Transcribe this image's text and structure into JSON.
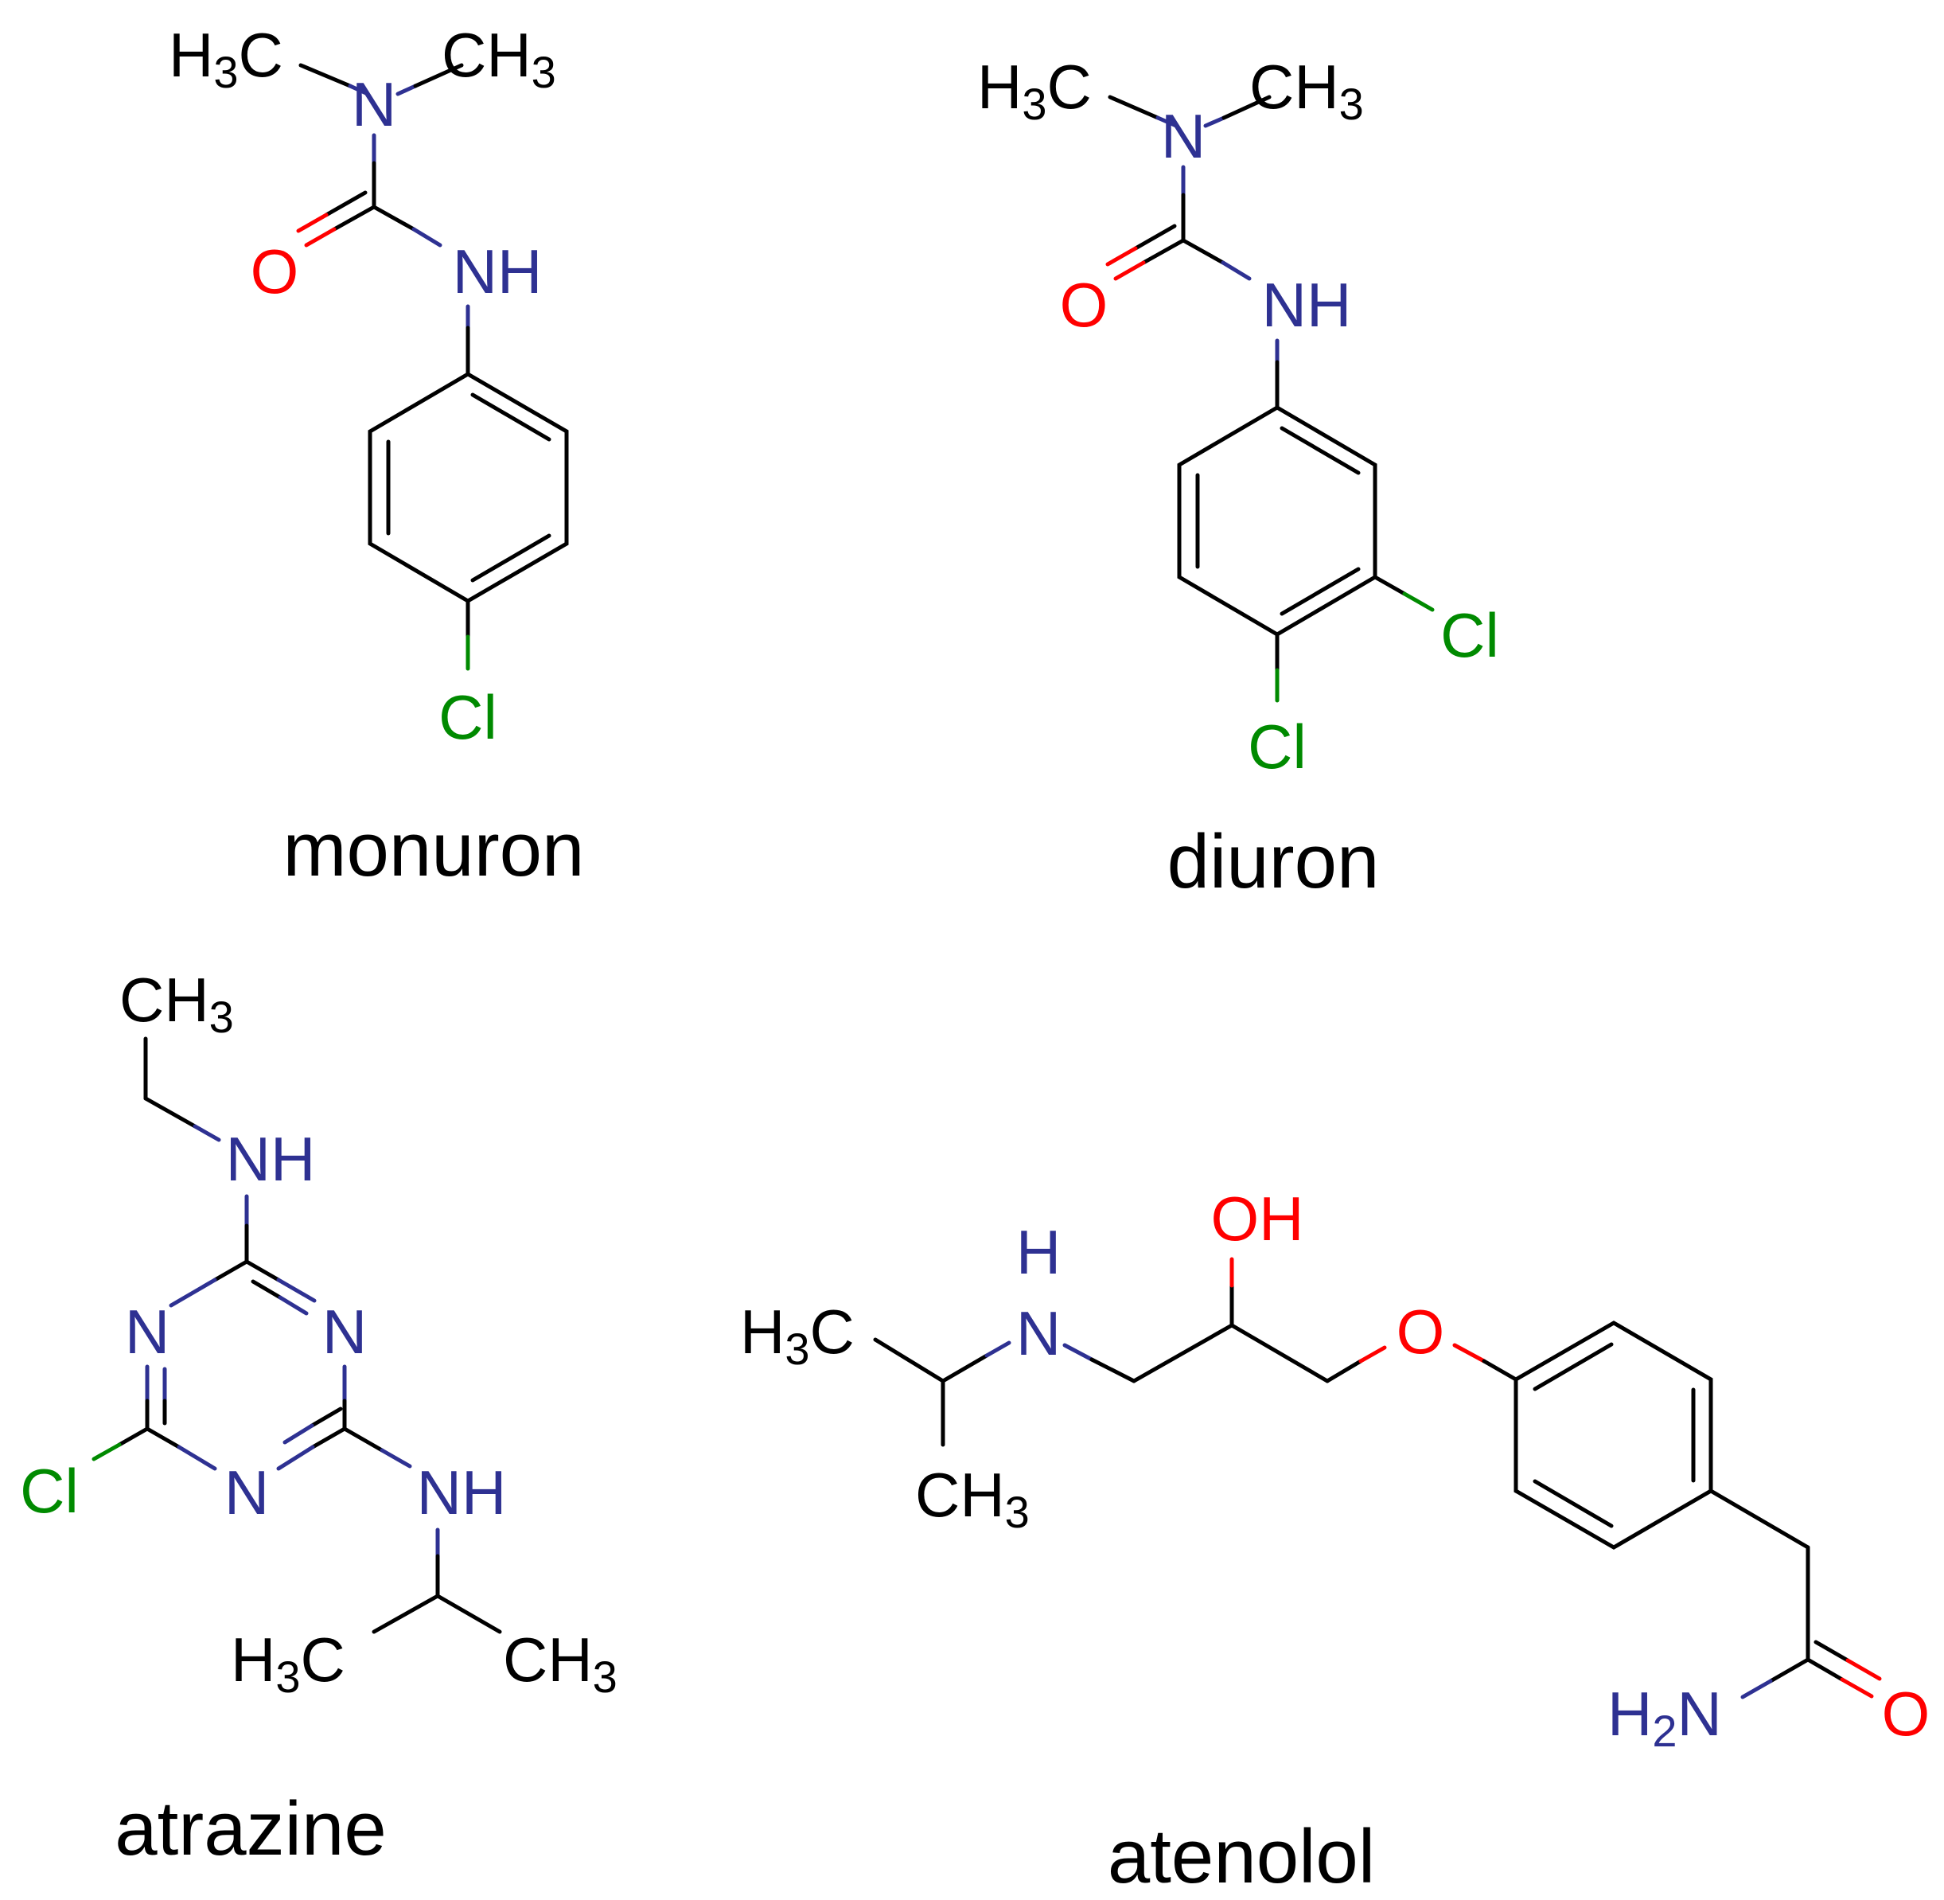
{
  "colors": {
    "carbon": "#000000",
    "nitrogen": "#2E3192",
    "oxygen": "#FF0000",
    "chlorine": "#008A00",
    "background": "#FFFFFF"
  },
  "compounds": [
    {
      "name": "monuron",
      "atoms": [
        "H3C",
        "N",
        "CH3",
        "O",
        "NH",
        "Cl"
      ]
    },
    {
      "name": "diuron",
      "atoms": [
        "H3C",
        "N",
        "CH3",
        "O",
        "NH",
        "Cl",
        "Cl"
      ]
    },
    {
      "name": "atrazine",
      "atoms": [
        "CH3",
        "NH",
        "N",
        "N",
        "N",
        "Cl",
        "NH",
        "H3C",
        "CH3"
      ]
    },
    {
      "name": "atenolol",
      "atoms": [
        "H3C",
        "H",
        "N",
        "CH3",
        "OH",
        "O",
        "H2N",
        "O"
      ]
    }
  ]
}
